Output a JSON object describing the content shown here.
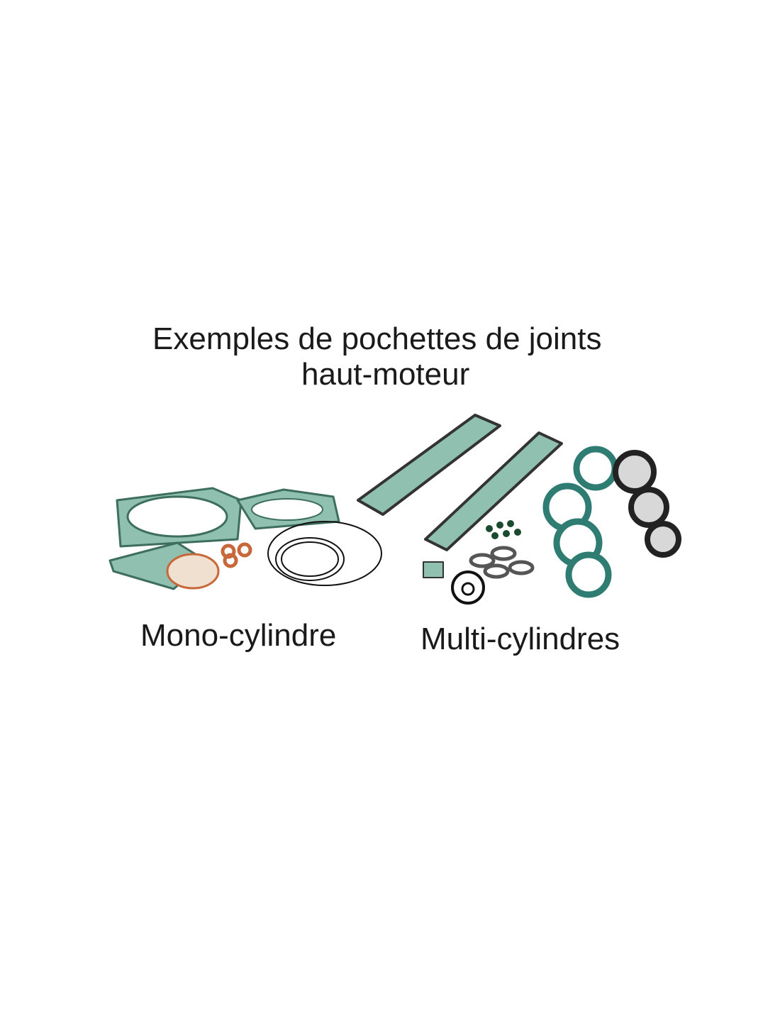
{
  "title": {
    "line1": "Exemples de pochettes de joints",
    "line2": "haut-moteur"
  },
  "labels": {
    "mono": "Mono-cylindre",
    "multi": "Multi-cylindres"
  },
  "colors": {
    "gasket_green": "#5fa898",
    "gasket_teal": "#6fc3b8",
    "copper": "#c8683a",
    "black": "#1a1a1a",
    "metal": "#9a9a9a"
  }
}
